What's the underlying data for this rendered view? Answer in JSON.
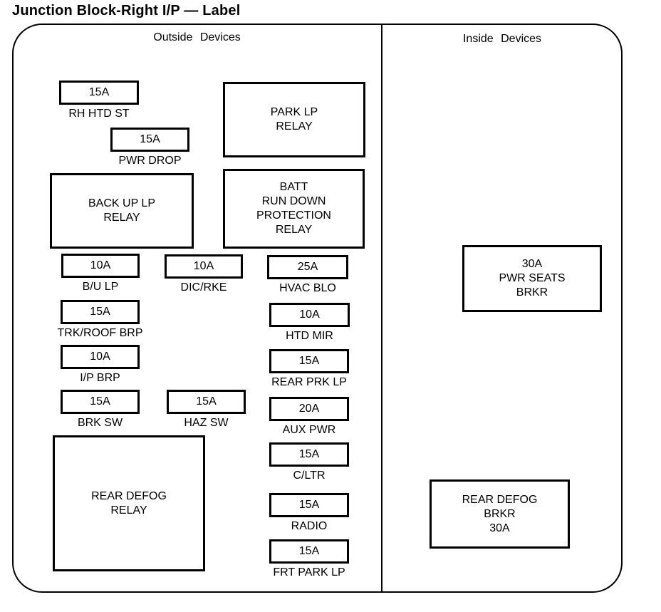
{
  "title": "Junction Block-Right I/P — Label",
  "outside": {
    "header": "Outside Devices",
    "fuses": {
      "rh_htd_st": {
        "amp": "15A",
        "label": "RH HTD ST"
      },
      "pwr_drop": {
        "amp": "15A",
        "label": "PWR DROP"
      },
      "bu_lp": {
        "amp": "10A",
        "label": "B/U LP"
      },
      "dic_rke": {
        "amp": "10A",
        "label": "DIC/RKE"
      },
      "hvac_blo": {
        "amp": "25A",
        "label": "HVAC BLO"
      },
      "trk_roof_brp": {
        "amp": "15A",
        "label": "TRK/ROOF BRP"
      },
      "htd_mir": {
        "amp": "10A",
        "label": "HTD MIR"
      },
      "ip_brp": {
        "amp": "10A",
        "label": "I/P BRP"
      },
      "rear_prk_lp": {
        "amp": "15A",
        "label": "REAR PRK LP"
      },
      "brk_sw": {
        "amp": "15A",
        "label": "BRK SW"
      },
      "haz_sw": {
        "amp": "15A",
        "label": "HAZ SW"
      },
      "aux_pwr": {
        "amp": "20A",
        "label": "AUX PWR"
      },
      "cltr": {
        "amp": "15A",
        "label": "C/LTR"
      },
      "radio": {
        "amp": "15A",
        "label": "RADIO"
      },
      "frt_park_lp": {
        "amp": "15A",
        "label": "FRT PARK LP"
      }
    },
    "relays": {
      "park_lp": "PARK LP\nRELAY",
      "batt_run_down": "BATT\nRUN DOWN\nPROTECTION\nRELAY",
      "back_up_lp": "BACK UP LP\nRELAY",
      "rear_defog": "REAR DEFOG\nRELAY"
    }
  },
  "inside": {
    "header": "Inside Devices",
    "breakers": {
      "pwr_seats": "30A\nPWR SEATS\nBRKR",
      "rear_defog": "REAR DEFOG\nBRKR\n30A"
    }
  }
}
